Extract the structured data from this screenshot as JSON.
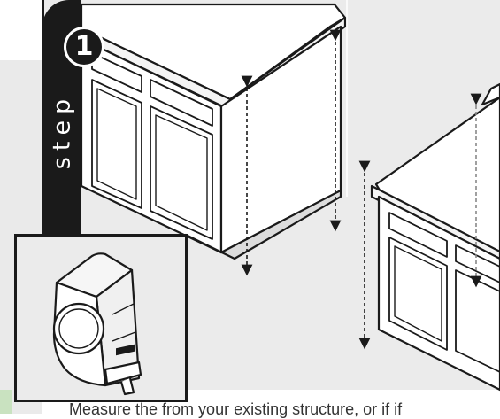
{
  "step": {
    "number": "1",
    "word": "step"
  },
  "icons": {
    "tool": "tape-measure-icon"
  },
  "caption": {
    "text": "Measure the from your existing structure, or if if"
  },
  "colors": {
    "panel": "#ebebeb",
    "ink": "#1a1a1a",
    "accent_green": "#c9e2c0"
  }
}
